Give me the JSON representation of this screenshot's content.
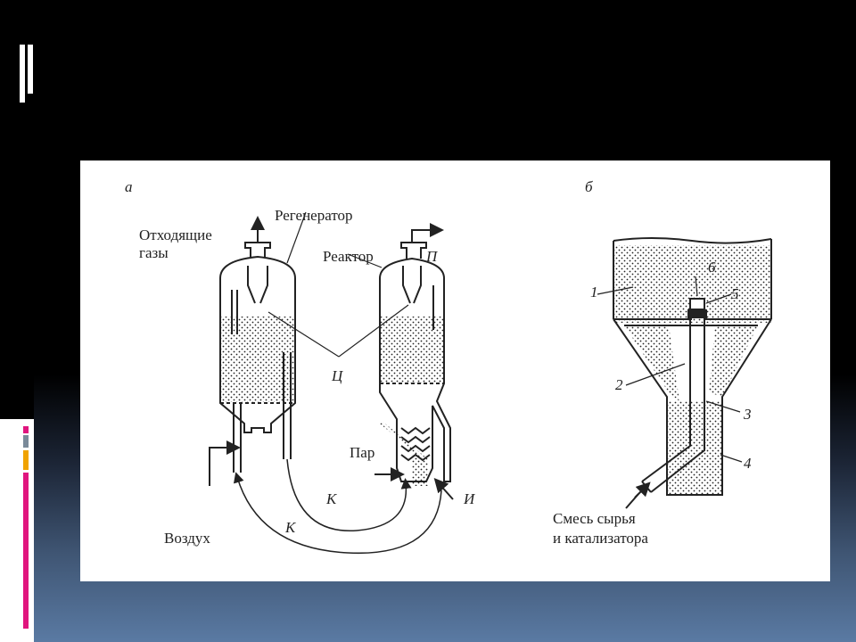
{
  "panel_a": {
    "letter": "а",
    "label_regenerator": "Регенератор",
    "label_offgas_1": "Отходящие",
    "label_offgas_2": "газы",
    "label_reactor": "Реактор",
    "label_P": "П",
    "label_C": "Ц",
    "label_steam": "Пар",
    "label_K1": "К",
    "label_K2": "К",
    "label_I": "И",
    "label_air": "Воздух"
  },
  "panel_b": {
    "letter": "б",
    "n1": "1",
    "n2": "2",
    "n3": "3",
    "n4": "4",
    "n5": "5",
    "n6": "6",
    "label_mix_1": "Смесь сырья",
    "label_mix_2": "и катализатора"
  },
  "colors": {
    "ink": "#222222",
    "panel": "#ffffff",
    "accent_magenta": "#e0157e",
    "accent_orange": "#f0a300",
    "accent_gray": "#7a8a99"
  }
}
